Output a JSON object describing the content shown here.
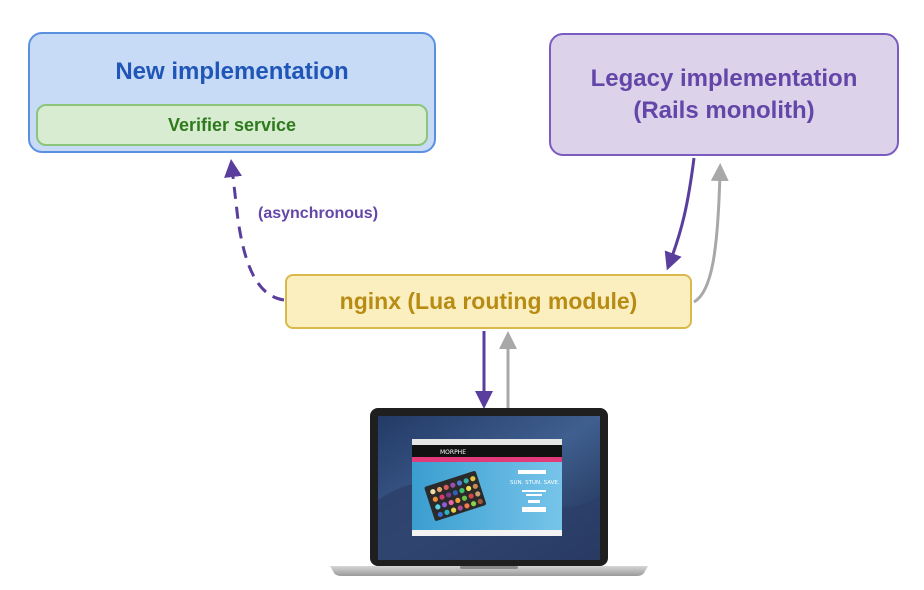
{
  "new_implementation": {
    "title": "New implementation",
    "verifier": "Verifier service"
  },
  "legacy": {
    "line1": "Legacy implementation",
    "line2": "(Rails monolith)"
  },
  "nginx": {
    "label": "nginx (Lua routing module)"
  },
  "async_label": "(asynchronous)",
  "laptop_screen": {
    "brand": "MORPHE",
    "headline": "SUN. STUN. SAVE."
  },
  "colors": {
    "purple_arrow": "#5a3e9e",
    "gray_arrow": "#a8a8a8",
    "blue_box": "#c7daf6",
    "green_box": "#d8ecd2",
    "purple_box": "#dcd3ea",
    "yellow_box": "#fbefc0"
  }
}
